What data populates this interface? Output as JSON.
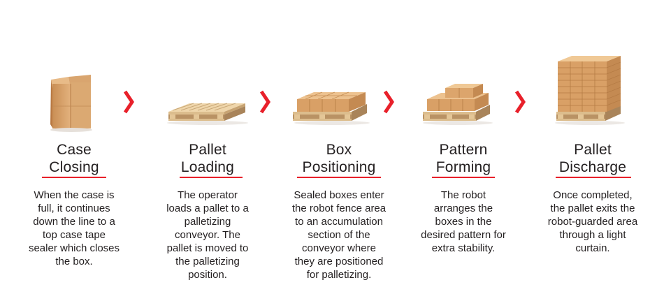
{
  "steps": [
    {
      "title_lines": [
        "Case",
        "Closing"
      ],
      "desc_lines": [
        "When the case is",
        "full, it continues",
        "down the line to a",
        "top case tape",
        "sealer which closes",
        "the box."
      ],
      "illustration": "open-cardboard-box"
    },
    {
      "title_lines": [
        "Pallet",
        "Loading"
      ],
      "desc_lines": [
        "The operator",
        "loads a pallet to a",
        "palletizing",
        "conveyor. The",
        "pallet is moved to",
        "the palletizing",
        "position."
      ],
      "illustration": "empty-pallet"
    },
    {
      "title_lines": [
        "Box",
        "Positioning"
      ],
      "desc_lines": [
        "Sealed boxes enter",
        "the robot fence area",
        "to an accumulation",
        "section of the",
        "conveyor where",
        "they are positioned",
        "for palletizing."
      ],
      "illustration": "pallet-with-boxes-layer"
    },
    {
      "title_lines": [
        "Pattern",
        "Forming"
      ],
      "desc_lines": [
        "The robot",
        "arranges the",
        "boxes in the",
        "desired pattern for",
        "extra stability."
      ],
      "illustration": "pallet-with-stacked-boxes"
    },
    {
      "title_lines": [
        "Pallet",
        "Discharge"
      ],
      "desc_lines": [
        "Once completed,",
        "the pallet exits the",
        "robot-guarded area",
        "through a light",
        "curtain."
      ],
      "illustration": "fully-loaded-pallet"
    }
  ],
  "arrows": [
    "chevron-right-icon",
    "chevron-right-icon",
    "chevron-right-icon",
    "chevron-right-icon"
  ],
  "colors": {
    "accent": "#e8202a",
    "text": "#231f20",
    "cardboard": "#d9a066",
    "pallet_wood": "#e4c697"
  }
}
